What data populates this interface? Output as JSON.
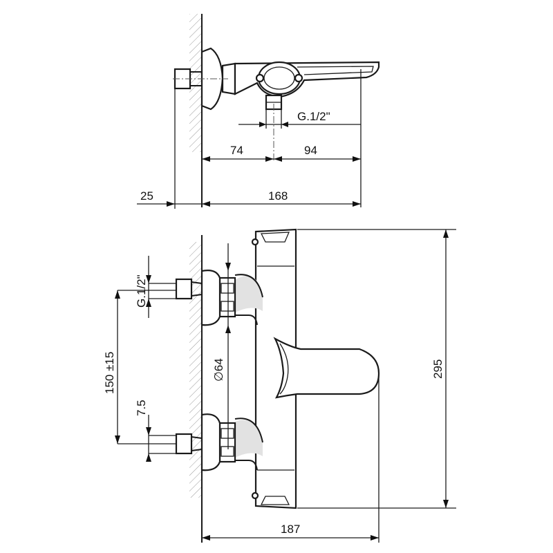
{
  "dimensions": {
    "wall_offset": "25",
    "overall_depth_side": "168",
    "inlet_to_spout": "74",
    "spout_projection": "94",
    "thread_side": "G.1/2\"",
    "thread_front": "G.1/2\"",
    "flange_diameter": "64",
    "centers": "150 ±15",
    "eccentric": "7.5",
    "height": "295",
    "projection_front": "187"
  },
  "symbols": {
    "diameter": "∅"
  },
  "colors": {
    "line": "#1a1a1a",
    "hatch": "#9a9a9a",
    "background": "#ffffff"
  }
}
